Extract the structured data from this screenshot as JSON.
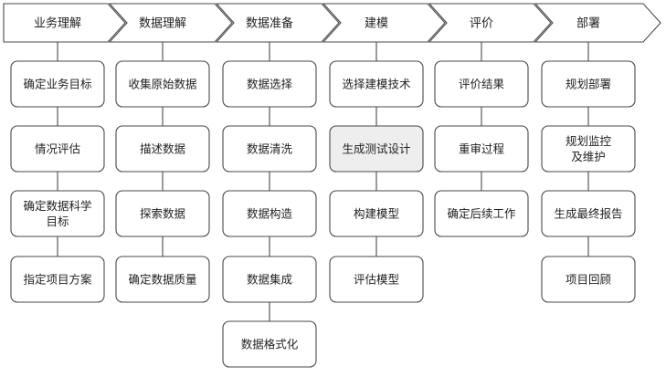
{
  "phases": [
    {
      "label": "业务理解",
      "tasks": [
        "确定业务目标",
        "情况评估",
        "确定数据科学目标",
        "指定项目方案"
      ]
    },
    {
      "label": "数据理解",
      "tasks": [
        "收集原始数据",
        "描述数据",
        "探索数据",
        "确定数据质量"
      ]
    },
    {
      "label": "数据准备",
      "tasks": [
        "数据选择",
        "数据清洗",
        "数据构造",
        "数据集成",
        "数据格式化"
      ]
    },
    {
      "label": "建模",
      "tasks": [
        "选择建模技术",
        "生成测试设计",
        "构建模型",
        "评估模型"
      ]
    },
    {
      "label": "评价",
      "tasks": [
        "评价结果",
        "重审过程",
        "确定后续工作"
      ]
    },
    {
      "label": "部署",
      "tasks": [
        "规划部署",
        "规划监控及维护",
        "生成最终报告",
        "项目回顾"
      ]
    }
  ]
}
